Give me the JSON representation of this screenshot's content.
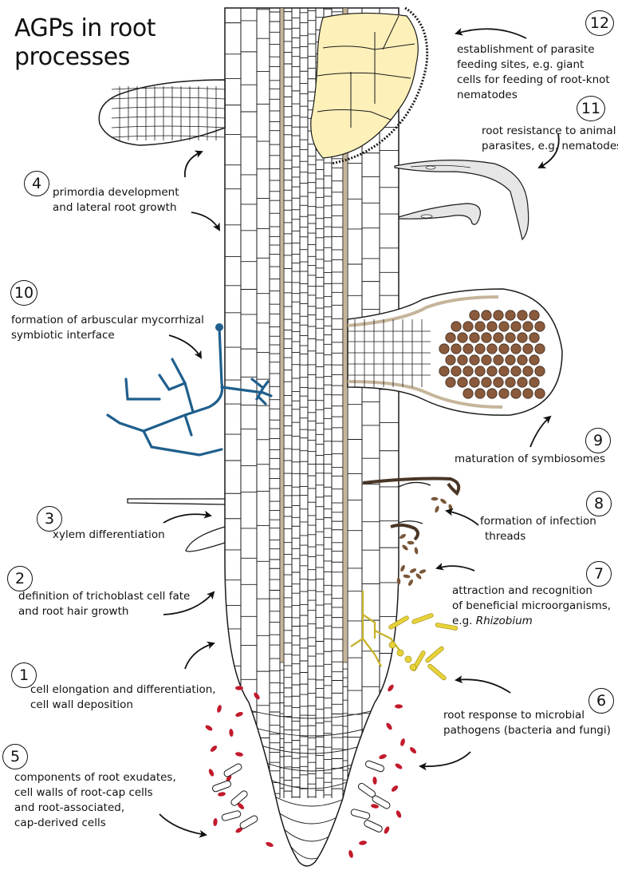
{
  "title": "AGPs in root processes",
  "colors": {
    "outline": "#1a1a1a",
    "cell_fill": "#ffffff",
    "vascular_tan": "#c6b59b",
    "feeding_site": "#fdf0b9",
    "mycorrhiza_blue": "#1f5f8d",
    "pathogen_yellow": "#e8d23a",
    "exudate_red": "#c11a2c",
    "rhizobium_brown": "#7a5638",
    "nodule_bacteroid": "#8a5a3c"
  },
  "processes": [
    {
      "number": "1",
      "text_lines": [
        "cell elongation and differentiation,",
        "cell wall deposition"
      ]
    },
    {
      "number": "2",
      "text_lines": [
        "definition of trichoblast cell fate",
        "and root hair growth"
      ]
    },
    {
      "number": "3",
      "text_lines": [
        "xylem differentiation"
      ]
    },
    {
      "number": "4",
      "text_lines": [
        "primordia development",
        "and lateral root growth"
      ]
    },
    {
      "number": "5",
      "text_lines": [
        "components of root exudates,",
        "cell walls of root-cap cells",
        "and root-associated,",
        "cap-derived cells"
      ]
    },
    {
      "number": "6",
      "text_lines": [
        "root response to microbial",
        "pathogens (bacteria and fungi)"
      ]
    },
    {
      "number": "7",
      "text_lines": [
        "attraction and recognition",
        "of beneficial microorganisms,",
        "e.g. "
      ],
      "italic": "Rhizobium"
    },
    {
      "number": "8",
      "text_lines": [
        "formation of infection",
        "threads"
      ]
    },
    {
      "number": "9",
      "text_lines": [
        "maturation of symbiosomes"
      ]
    },
    {
      "number": "10",
      "text_lines": [
        "formation of arbuscular mycorrhizal",
        "symbiotic interface"
      ]
    },
    {
      "number": "11",
      "text_lines": [
        "root resistance to animal",
        "parasites, e.g. nematodes"
      ]
    },
    {
      "number": "12",
      "text_lines": [
        "establishment of parasite",
        "feeding sites, e.g. giant",
        "cells for feeding of root-knot",
        "nematodes"
      ]
    }
  ]
}
